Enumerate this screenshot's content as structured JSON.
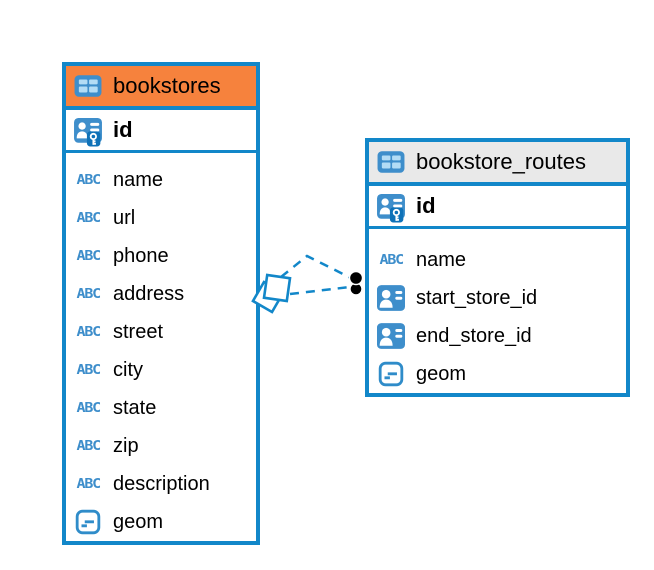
{
  "diagram": {
    "background": "#ffffff",
    "colors": {
      "accent_blue": "#1287c9",
      "icon_blue": "#3e8ecb",
      "icon_cell_light_blue": "#b3dcf5",
      "key_badge_blue": "#0f72b8",
      "bookstores_header_orange": "#f6823d",
      "routes_header_gray": "#e9e9e9",
      "text": "#000000",
      "connector_dot": "#000000"
    },
    "icons": {
      "text_type_glyph": "ABC"
    },
    "tables": [
      {
        "name": "bookstores",
        "title": "bookstores",
        "header_background": "#f6823d",
        "primary_key": {
          "name": "id",
          "type_icon": "primary-key-icon"
        },
        "columns": [
          {
            "name": "name",
            "type_icon": "text-type-icon"
          },
          {
            "name": "url",
            "type_icon": "text-type-icon"
          },
          {
            "name": "phone",
            "type_icon": "text-type-icon"
          },
          {
            "name": "address",
            "type_icon": "text-type-icon"
          },
          {
            "name": "street",
            "type_icon": "text-type-icon"
          },
          {
            "name": "city",
            "type_icon": "text-type-icon"
          },
          {
            "name": "state",
            "type_icon": "text-type-icon"
          },
          {
            "name": "zip",
            "type_icon": "text-type-icon"
          },
          {
            "name": "description",
            "type_icon": "text-type-icon"
          },
          {
            "name": "geom",
            "type_icon": "geometry-type-icon"
          }
        ]
      },
      {
        "name": "bookstore_routes",
        "title": "bookstore_routes",
        "header_background": "#e9e9e9",
        "primary_key": {
          "name": "id",
          "type_icon": "primary-key-icon"
        },
        "columns": [
          {
            "name": "name",
            "type_icon": "text-type-icon"
          },
          {
            "name": "start_store_id",
            "type_icon": "reference-type-icon"
          },
          {
            "name": "end_store_id",
            "type_icon": "reference-type-icon"
          },
          {
            "name": "geom",
            "type_icon": "geometry-type-icon"
          }
        ]
      }
    ],
    "connectors": [
      {
        "from": "bookstores",
        "to": "bookstore_routes",
        "line_style": "dashed",
        "source_marker": "diamond",
        "target_marker": "dot"
      },
      {
        "from": "bookstores",
        "to": "bookstore_routes",
        "line_style": "dashed",
        "source_marker": "diamond",
        "target_marker": "dot"
      }
    ]
  }
}
